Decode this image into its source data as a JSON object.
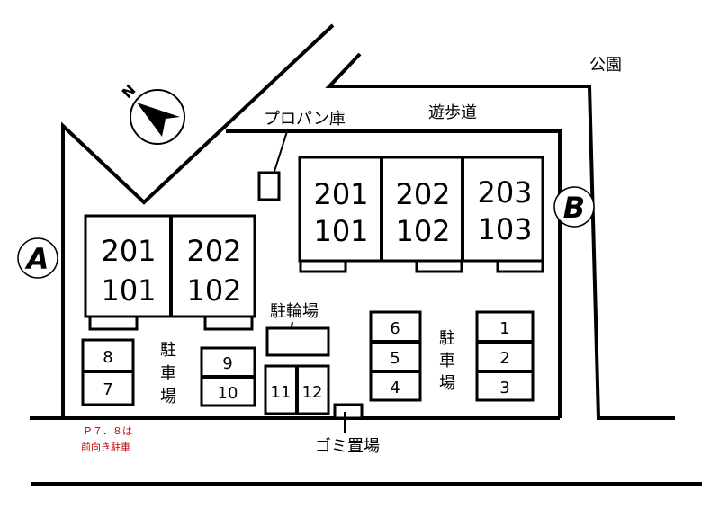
{
  "labels": {
    "park": "公園",
    "promenade": "遊歩道",
    "propane": "プロパン庫",
    "bicycle": "駐輪場",
    "garbage": "ゴミ置場",
    "parking_char1": "駐",
    "parking_char2": "車",
    "parking_char3": "場"
  },
  "markers": {
    "a": "A",
    "b": "B"
  },
  "compass": {
    "letter": "N"
  },
  "building_a": {
    "units": [
      {
        "upper": "201",
        "lower": "101"
      },
      {
        "upper": "202",
        "lower": "102"
      }
    ]
  },
  "building_b": {
    "units": [
      {
        "upper": "201",
        "lower": "101"
      },
      {
        "upper": "202",
        "lower": "102"
      },
      {
        "upper": "203",
        "lower": "103"
      }
    ]
  },
  "parking": {
    "left": [
      "8",
      "7"
    ],
    "mid": [
      "9",
      "10"
    ],
    "bottom": [
      "11",
      "12"
    ],
    "center": [
      "6",
      "5",
      "4"
    ],
    "right": [
      "1",
      "2",
      "3"
    ]
  },
  "note": {
    "line1": "Ｐ７．８は",
    "line2": "前向き駐車",
    "color": "#c00000"
  }
}
